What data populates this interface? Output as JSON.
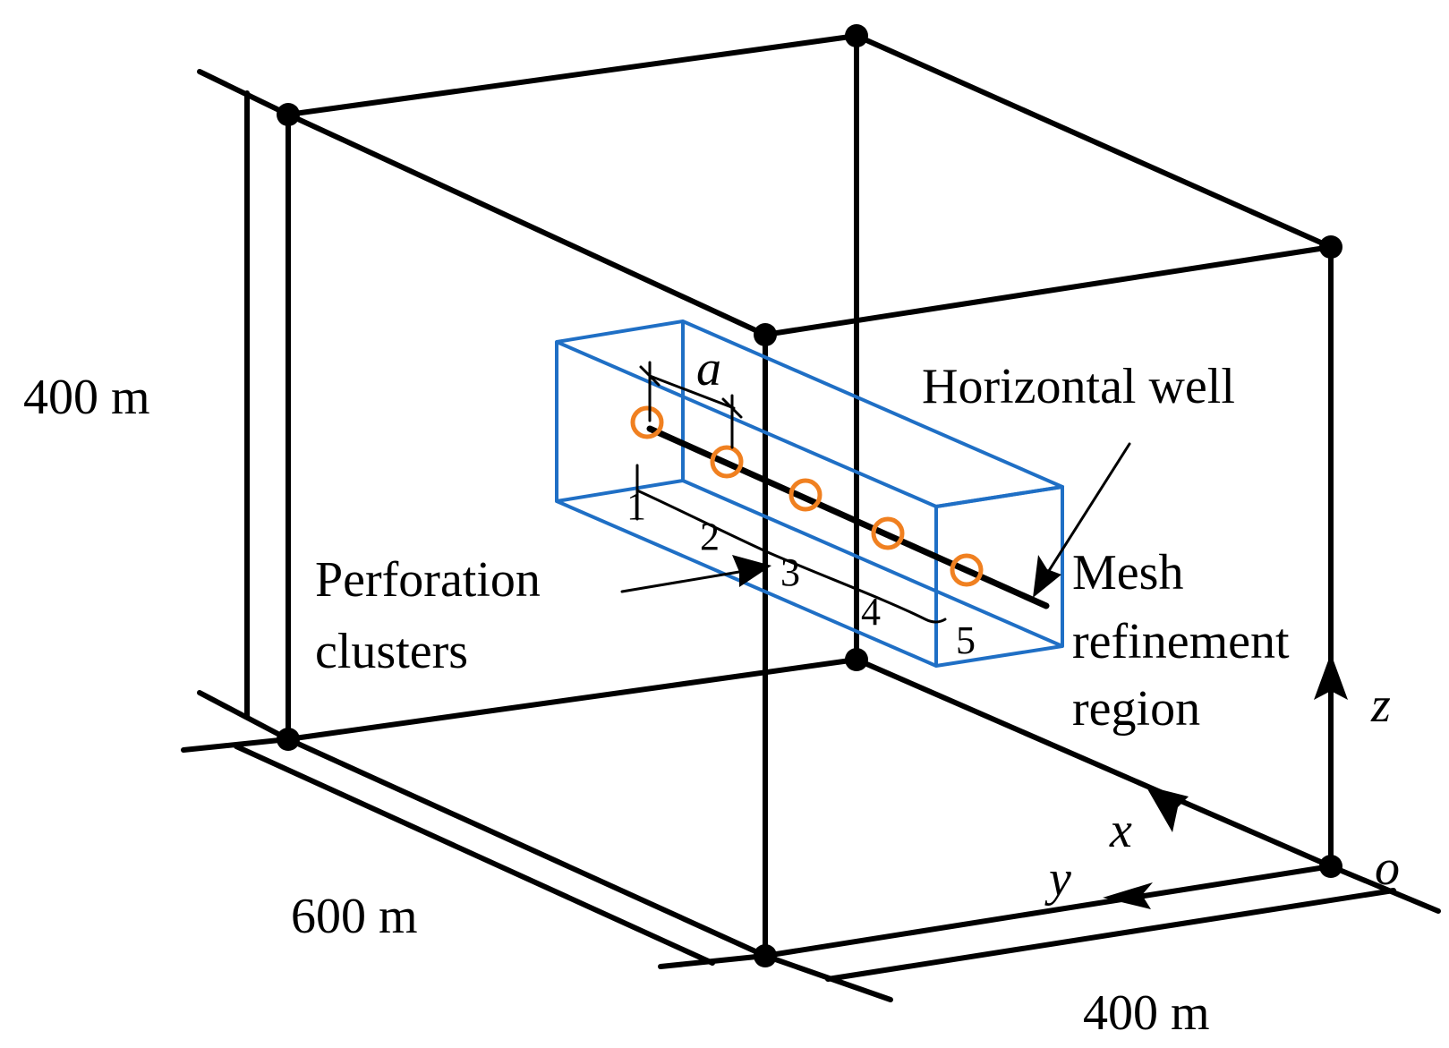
{
  "labels": {
    "height": "400 m",
    "length": "600 m",
    "width": "400 m",
    "horizontal_well": "Horizontal well",
    "perforation_line1": "Perforation",
    "perforation_line2": "clusters",
    "mesh_line1": "Mesh",
    "mesh_line2": "refinement",
    "mesh_line3": "region",
    "spacing": "a",
    "axis_x": "x",
    "axis_y": "y",
    "axis_z": "z",
    "origin": "o"
  },
  "clusters": [
    "1",
    "2",
    "3",
    "4",
    "5"
  ],
  "colors": {
    "frame": "#000000",
    "refinement_box": "#1f6fc5",
    "perforation": "#f08020"
  }
}
